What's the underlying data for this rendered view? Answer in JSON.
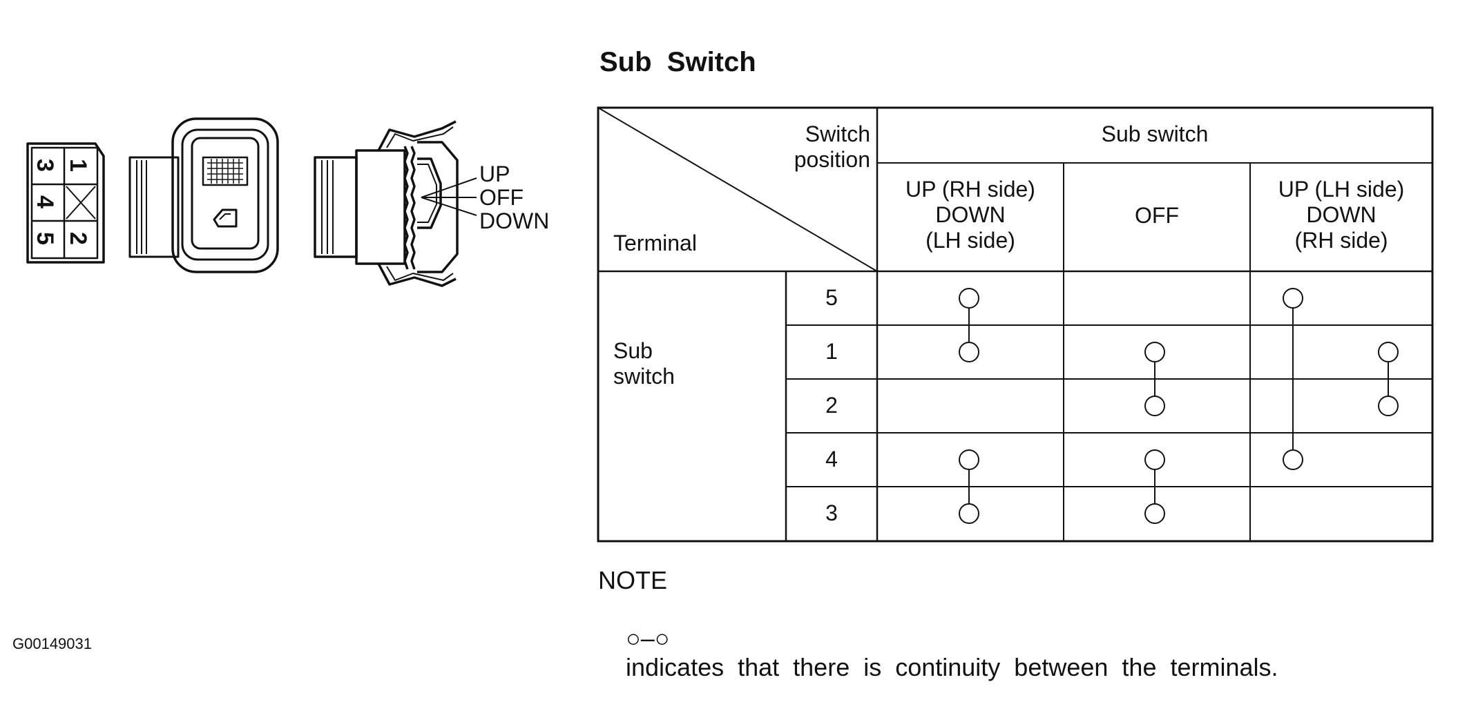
{
  "title": "Sub  Switch",
  "connector_labels": {
    "pins": [
      "1",
      "2",
      "3",
      "4",
      "5"
    ],
    "positions": [
      "UP",
      "OFF",
      "DOWN"
    ]
  },
  "table": {
    "header_switch_position": [
      "Switch",
      "position"
    ],
    "header_terminal": "Terminal",
    "header_group": "Sub switch",
    "columns": [
      [
        "UP (RH side)",
        "DOWN",
        "(LH side)"
      ],
      [
        "OFF"
      ],
      [
        "UP (LH side)",
        "DOWN",
        "(RH side)"
      ]
    ],
    "row_group_label": [
      "Sub",
      "switch"
    ],
    "terminals": [
      "5",
      "1",
      "2",
      "4",
      "3"
    ],
    "continuity": [
      {
        "column": 0,
        "rows": [
          0,
          1
        ]
      },
      {
        "column": 0,
        "rows": [
          3,
          4
        ]
      },
      {
        "column": 1,
        "rows": [
          1,
          2
        ]
      },
      {
        "column": 1,
        "rows": [
          3,
          4
        ]
      },
      {
        "column": 2,
        "rows": [
          0,
          3
        ]
      },
      {
        "column": 2,
        "rows": [
          1,
          2
        ]
      }
    ]
  },
  "note": {
    "heading": "NOTE",
    "symbol": "○–○",
    "text": "indicates  that  there  is  continuity  between  the  terminals."
  },
  "figure_code": "G00149031"
}
